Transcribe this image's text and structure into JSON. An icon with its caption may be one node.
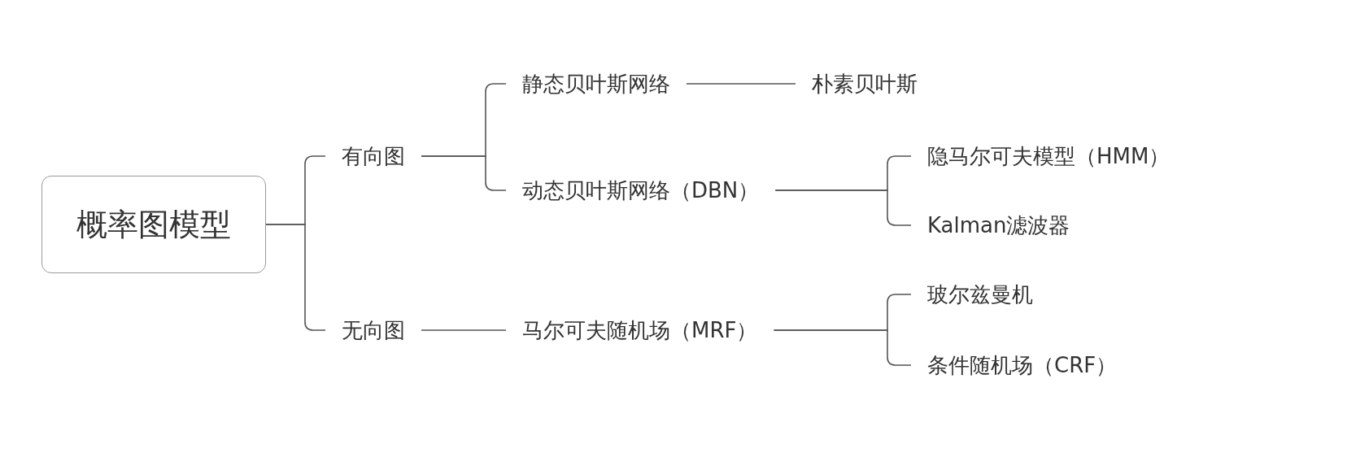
{
  "diagram": {
    "nodes": [
      {
        "text": [
          "概率图模型"
        ]
      },
      {
        "text": [
          "有向图"
        ]
      },
      {
        "text": [
          "静态贝叶斯网络"
        ]
      },
      {
        "text": [
          "朴素贝叶斯"
        ]
      },
      {
        "text": [
          "动态贝叶斯网络（DBN）"
        ]
      },
      {
        "text": [
          "隐马尔可夫模型（HMM）"
        ]
      },
      {
        "text": [
          "Kalman滤波器"
        ]
      },
      {
        "text": [
          "无向图"
        ]
      },
      {
        "text": [
          "马尔可夫随机场（MRF）"
        ]
      },
      {
        "text": [
          "玻尔兹曼机"
        ]
      },
      {
        "text": [
          "条件随机场（CRF）"
        ]
      }
    ],
    "edges": [
      {
        "from": 0,
        "to": 1,
        "arrow": "none"
      },
      {
        "from": 0,
        "to": 7,
        "arrow": "none"
      },
      {
        "from": 1,
        "to": 2,
        "arrow": "none"
      },
      {
        "from": 1,
        "to": 4,
        "arrow": "none"
      },
      {
        "from": 2,
        "to": 3,
        "arrow": "none"
      },
      {
        "from": 4,
        "to": 5,
        "arrow": "none"
      },
      {
        "from": 4,
        "to": 6,
        "arrow": "none"
      },
      {
        "from": 7,
        "to": 8,
        "arrow": "none"
      },
      {
        "from": 8,
        "to": 9,
        "arrow": "none"
      },
      {
        "from": 8,
        "to": 10,
        "arrow": "none"
      }
    ]
  }
}
